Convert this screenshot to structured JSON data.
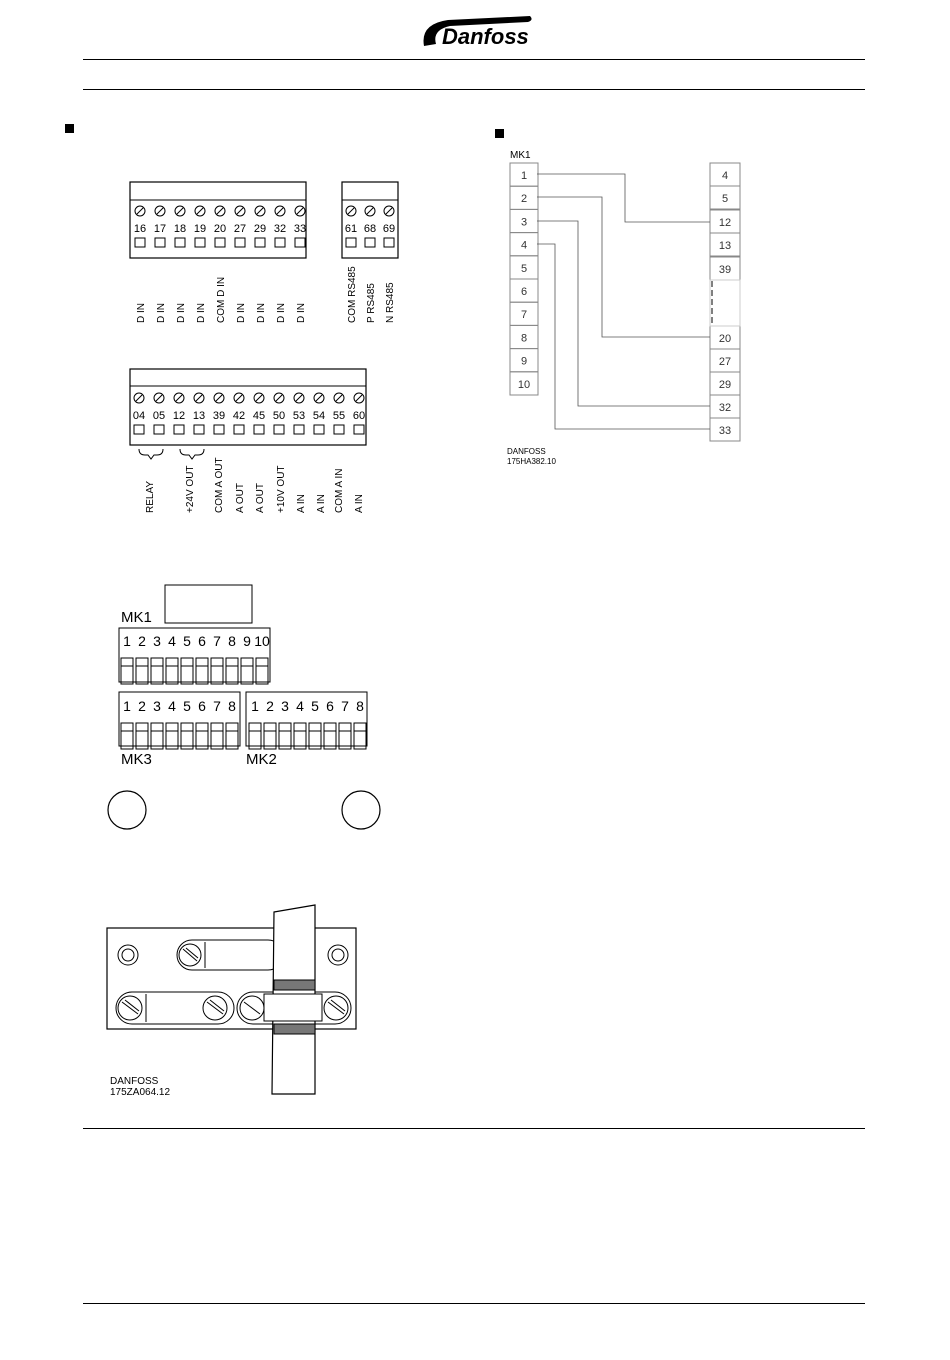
{
  "header": {
    "logo_text": "Danfoss"
  },
  "terminal_block_top": {
    "numbers": [
      "16",
      "17",
      "18",
      "19",
      "20",
      "27",
      "29",
      "32",
      "33"
    ],
    "labels": [
      "D IN",
      "D IN",
      "D IN",
      "D IN",
      "COM D IN",
      "D IN",
      "D IN",
      "D IN",
      "D IN"
    ]
  },
  "terminal_block_rs485": {
    "numbers": [
      "61",
      "68",
      "69"
    ],
    "labels": [
      "COM RS485",
      "P RS485",
      "N RS485"
    ]
  },
  "terminal_block_bottom": {
    "numbers": [
      "04",
      "05",
      "12",
      "13",
      "39",
      "42",
      "45",
      "50",
      "53",
      "54",
      "55",
      "60"
    ],
    "labels": [
      "RELAY",
      "+24V OUT",
      "COM A OUT",
      "A OUT",
      "A OUT",
      "+10V OUT",
      "A IN",
      "A IN",
      "COM A IN",
      "A IN"
    ]
  },
  "connectors": {
    "mk1_label": "MK1",
    "mk1_pins": [
      "1",
      "2",
      "3",
      "4",
      "5",
      "6",
      "7",
      "8",
      "9",
      "10"
    ],
    "mk3_label": "MK3",
    "mk3_pins": [
      "1",
      "2",
      "3",
      "4",
      "5",
      "6",
      "7",
      "8"
    ],
    "mk2_label": "MK2",
    "mk2_pins": [
      "1",
      "2",
      "3",
      "4",
      "5",
      "6",
      "7",
      "8"
    ]
  },
  "cable_clamp": {
    "maker": "DANFOSS",
    "drawing_no": "175ZA064.12"
  },
  "wiring_diagram": {
    "mk1_label": "MK1",
    "left_pins": [
      "1",
      "2",
      "3",
      "4",
      "5",
      "6",
      "7",
      "8",
      "9",
      "10"
    ],
    "right_terminals": [
      "4",
      "5",
      "12",
      "13",
      "39",
      "20",
      "27",
      "29",
      "32",
      "33"
    ],
    "maker": "DANFOSS",
    "drawing_no": "175HA382.10"
  }
}
